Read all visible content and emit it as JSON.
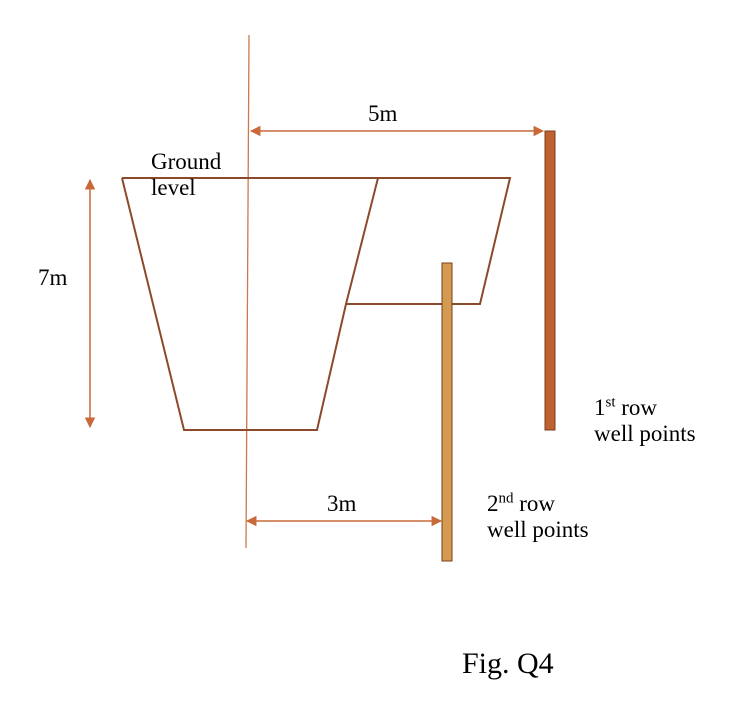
{
  "labels": {
    "dim_top": "5m",
    "dim_bottom": "3m",
    "dim_depth": "7m",
    "ground_line1": "Ground",
    "ground_line2": "level",
    "row1_num": "1",
    "row1_sup": "st",
    "row1_rest": " row",
    "row1_line2": "well points",
    "row2_num": "2",
    "row2_sup": "nd",
    "row2_rest": " row",
    "row2_line2": "well points",
    "caption": "Fig. Q4"
  },
  "colors": {
    "outline": "#8b4a2b",
    "dimension_arrow": "#c8693a",
    "centerline": "#c87a4a",
    "well_point_row1": "#c0622f",
    "well_point_row2": "#d49a52",
    "well_point_stroke": "#7a3d1c"
  }
}
